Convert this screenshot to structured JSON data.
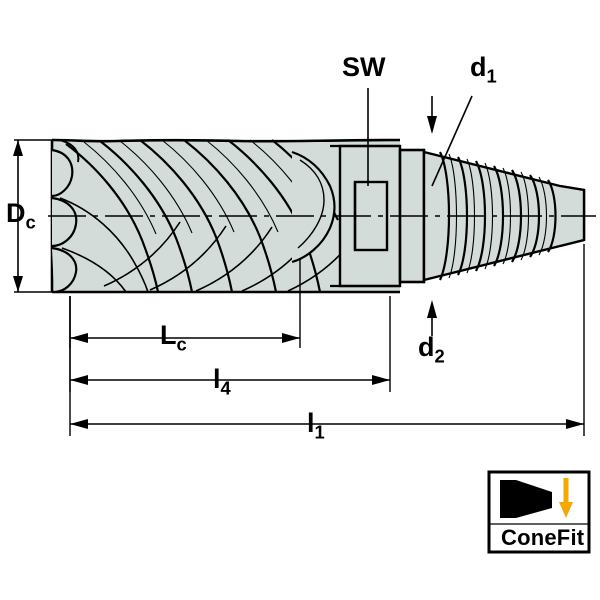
{
  "figure": {
    "type": "technical-drawing",
    "subject": "Exchangeable milling head with ConeFit thread interface",
    "labels": {
      "diameter_cutting": "D",
      "diameter_cutting_sub": "c",
      "length_cutting": "L",
      "length_cutting_sub": "c",
      "length_l4": "l",
      "length_l4_sub": "4",
      "length_l1": "l",
      "length_l1_sub": "1",
      "width_across_flats": "SW",
      "diameter_d1": "d",
      "diameter_d1_sub": "1",
      "diameter_d2": "d",
      "diameter_d2_sub": "2"
    },
    "logo": {
      "text": "ConeFit",
      "accent_color": "#F5A800",
      "body_color": "#000000",
      "border_color": "#000000"
    },
    "colors": {
      "body_fill": "#d3dcd8",
      "outline": "#000000",
      "centerline": "#000000",
      "background": "#ffffff"
    }
  }
}
